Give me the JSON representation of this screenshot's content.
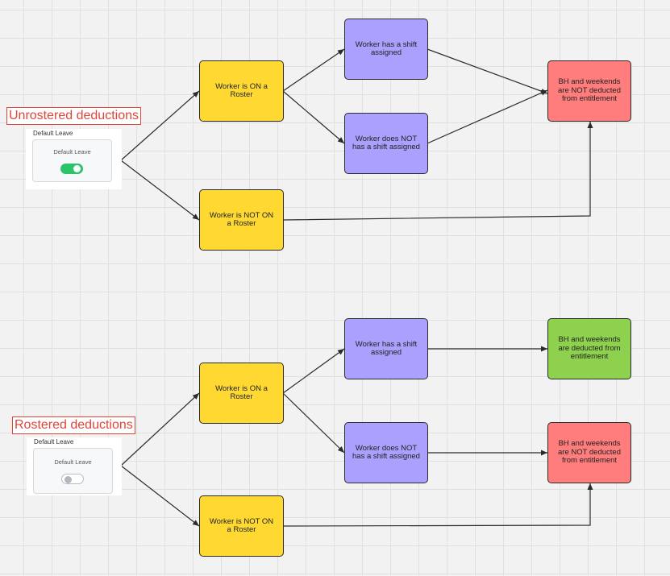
{
  "sections": [
    {
      "title": "Unrostered deductions",
      "leave_widget": {
        "header": "Default Leave",
        "label": "Default Leave",
        "toggle_on": true
      },
      "nodes": {
        "on_roster": "Worker is ON a Roster",
        "not_on_roster": "Worker is NOT ON a Roster",
        "has_shift": "Worker has a shift assigned",
        "no_shift": "Worker does NOT has a shift assigned",
        "outcome_not_deducted": "BH and weekends are NOT deducted from entitlement"
      }
    },
    {
      "title": "Rostered deductions",
      "leave_widget": {
        "header": "Default Leave",
        "label": "Default Leave",
        "toggle_on": false
      },
      "nodes": {
        "on_roster": "Worker is ON a Roster",
        "not_on_roster": "Worker is NOT ON a Roster",
        "has_shift": "Worker has a shift assigned",
        "no_shift": "Worker does NOT has a shift assigned",
        "outcome_deducted": "BH and weekends are deducted from entitlement",
        "outcome_not_deducted": "BH and weekends are NOT deducted from entitlement"
      }
    }
  ],
  "colors": {
    "roster_node": "#ffd932",
    "shift_node": "#a9a1fd",
    "not_deducted": "#ff7d7d",
    "deducted": "#8ed14f",
    "title_border": "#e0453a",
    "toggle_on": "#2cc46a"
  }
}
